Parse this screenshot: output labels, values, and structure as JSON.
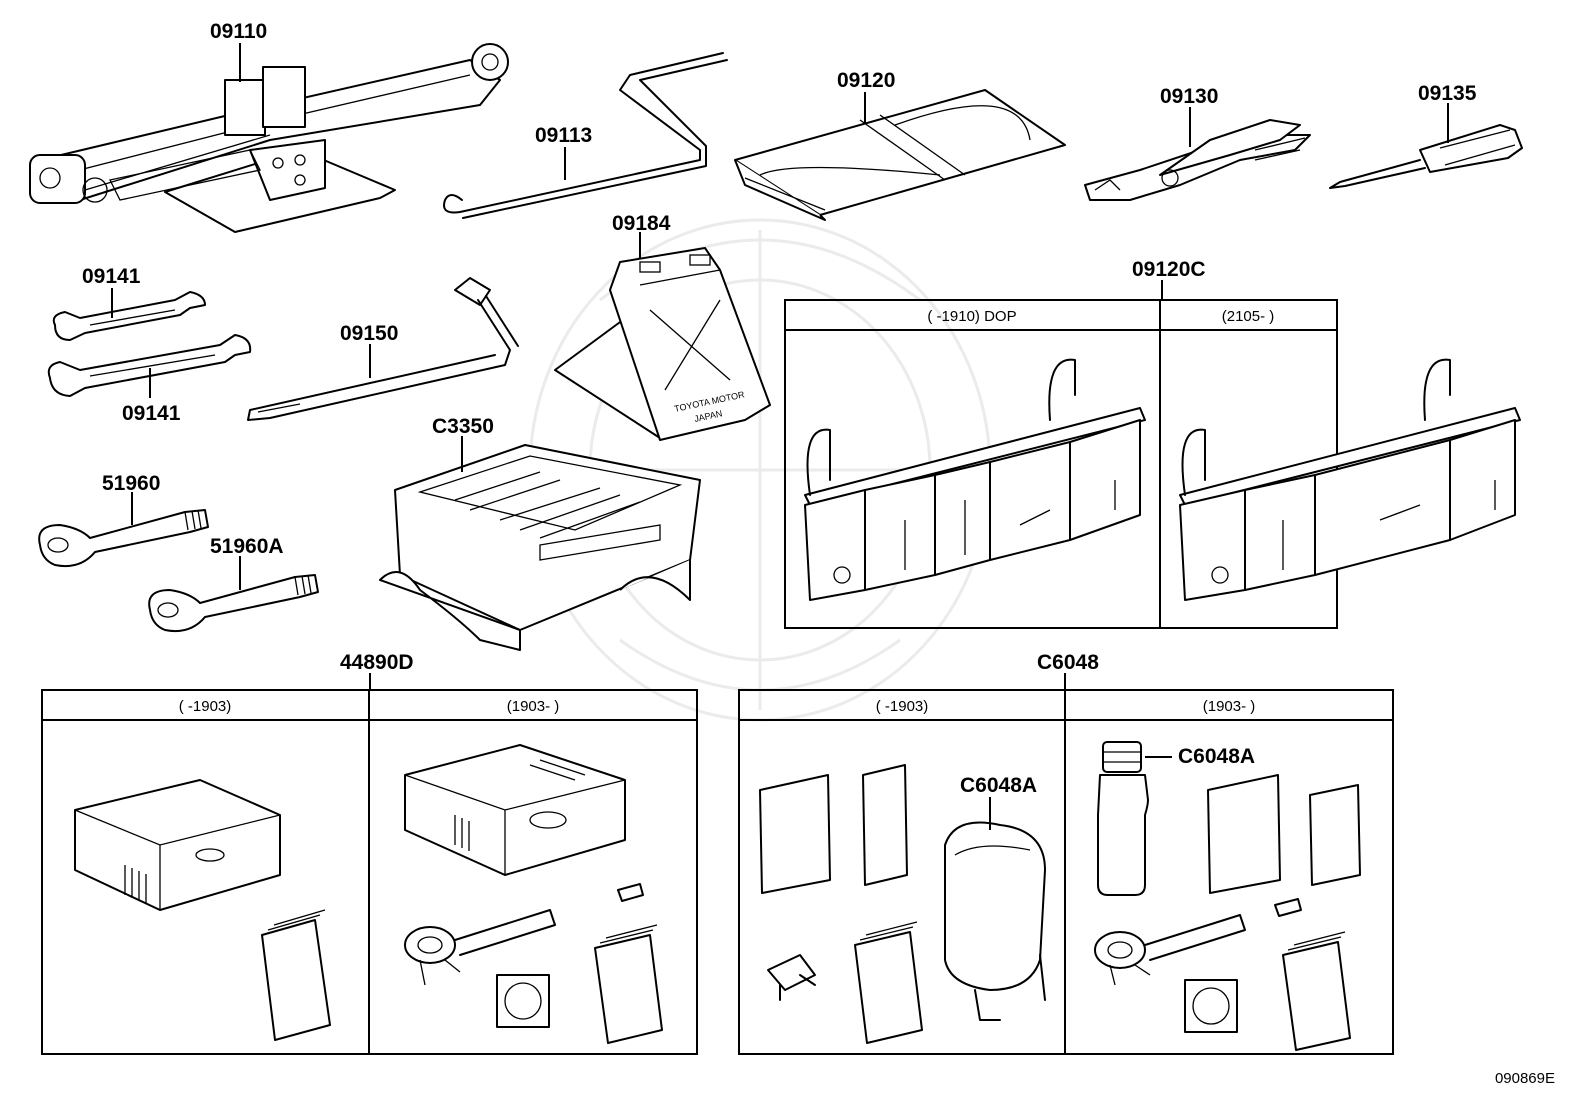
{
  "parts": {
    "p09110": "09110",
    "p09113": "09113",
    "p09120": "09120",
    "p09130": "09130",
    "p09135": "09135",
    "p09141_top": "09141",
    "p09141_bottom": "09141",
    "p09150": "09150",
    "p09184": "09184",
    "p09120C": "09120C",
    "pC3350": "C3350",
    "p51960": "51960",
    "p51960A": "51960A",
    "p44890D": "44890D",
    "pC6048": "C6048",
    "pC6048A_left": "C6048A",
    "pC6048A_right": "C6048A"
  },
  "boxes": {
    "kit_09120C": {
      "left_header": "(      -1910) DOP",
      "right_header": "(2105-        )"
    },
    "kit_44890D": {
      "left_header": "(      -1903)",
      "right_header": "(1903-        )"
    },
    "kit_C6048": {
      "left_header": "(      -1903)",
      "right_header": "(1903-        )"
    }
  },
  "jack_plate": {
    "line1": "TOYOTA MOTOR",
    "line2": "JAPAN"
  },
  "diagram_ref": "090869E",
  "icons": [
    "scissor-jack-icon",
    "jack-handle-icon",
    "tool-bag-icon",
    "pliers-icon",
    "screwdriver-icon",
    "wrench-icon",
    "lug-wrench-icon",
    "warning-triangle-icon",
    "step-stool-icon",
    "hook-bolt-icon",
    "tool-tray-icon",
    "compressor-icon",
    "sealant-bottle-icon",
    "sealant-bag-icon",
    "sticker-pad-icon",
    "valve-core-icon",
    "hose-icon"
  ]
}
